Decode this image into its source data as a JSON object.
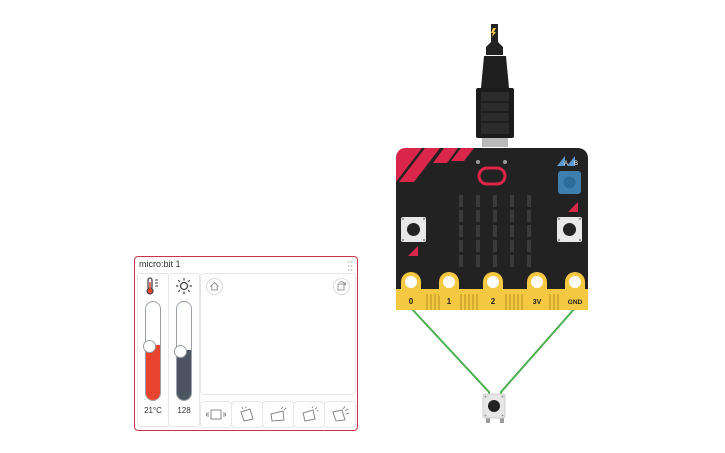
{
  "panel": {
    "title": "micro:bit 1",
    "temperature": {
      "value_label": "21°C",
      "level": 0.55
    },
    "light": {
      "value_label": "128",
      "level": 0.5
    },
    "gestures": [
      "shake-icon",
      "tilt-left-icon",
      "tilt-up-icon",
      "tilt-down-icon",
      "tilt-right-icon"
    ]
  },
  "board": {
    "pins": [
      "0",
      "1",
      "2",
      "3V",
      "GND"
    ],
    "buttons": [
      "A",
      "B"
    ]
  },
  "colors": {
    "panel_border": "#c9344a",
    "temperature_fill": "#e8442f",
    "light_fill": "#4d5563",
    "board": "#222222",
    "accent": "#d9264a",
    "pins": "#f5c842",
    "wire": "#4caf50"
  }
}
